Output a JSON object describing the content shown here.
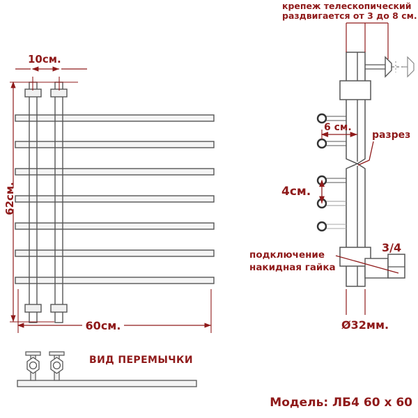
{
  "drawing": {
    "title_label": "Модель: ЛБ4 60 х 60",
    "notes": {
      "telescopic_mount_line1": "крепеж телескопический",
      "telescopic_mount_line2": "раздвигается от 3 до 8 см.",
      "section_label": "разрез",
      "connection_line1": "подключение",
      "connection_line2": "накидная гайка",
      "thread_size": "3/4",
      "bridge_view_label": "ВИД ПЕРЕМЫЧКИ"
    },
    "dimensions": {
      "tube_spacing": "10см.",
      "height": "62см.",
      "width": "60см.",
      "mount_offset": "6 см.",
      "rung_pitch": "4см.",
      "pipe_diameter": "Ø32мм."
    },
    "front_view": {
      "rung_count": 7,
      "vertical_tube_count": 2
    },
    "side_view": {
      "rung_end_count": 5
    },
    "colors": {
      "annotation": "#8f1a1a",
      "outline": "#4a4a4a",
      "fill": "#f2f2f2",
      "background": "#ffffff"
    }
  }
}
